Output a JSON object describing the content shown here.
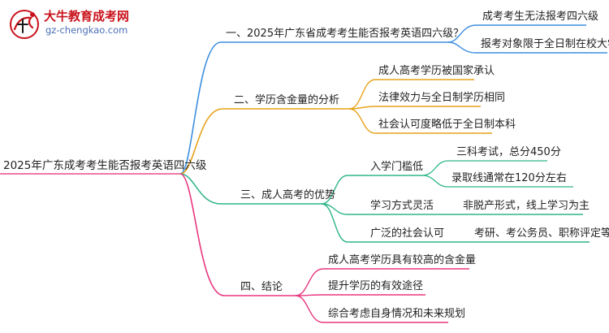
{
  "watermark": {
    "title": "大牛教育成考网",
    "url": "gz-chengkao.com",
    "logo_mark": "大牛"
  },
  "mindmap": {
    "root": "2025年广东成考考生能否报考英语四六级",
    "branches": [
      {
        "label": "一、2025年广东省成考考生能否报考英语四六级？",
        "color": "#3d8fe0",
        "children": [
          {
            "label": "成考考生无法报考四六级"
          },
          {
            "label": "报考对象限于全日制在校大学生"
          }
        ]
      },
      {
        "label": "二、学历含金量的分析",
        "color": "#e6a21a",
        "children": [
          {
            "label": "成人高考学历被国家承认"
          },
          {
            "label": "法律效力与全日制学历相同"
          },
          {
            "label": "社会认可度略低于全日制本科"
          }
        ]
      },
      {
        "label": "三、成人高考的优势",
        "color": "#2fb58a",
        "children": [
          {
            "label": "入学门槛低",
            "children": [
              {
                "label": "三科考试，总分450分"
              },
              {
                "label": "录取线通常在120分左右"
              }
            ]
          },
          {
            "label": "学习方式灵活",
            "children": [
              {
                "label": "非脱产形式，线上学习为主"
              }
            ]
          },
          {
            "label": "广泛的社会认可",
            "children": [
              {
                "label": "考研、考公务员、职称评定等"
              }
            ]
          }
        ]
      },
      {
        "label": "四、结论",
        "color": "#e8377f",
        "children": [
          {
            "label": "成人高考学历具有较高的含金量"
          },
          {
            "label": "提升学历的有效途径"
          },
          {
            "label": "综合考虑自身情况和未来规划"
          }
        ]
      }
    ]
  }
}
